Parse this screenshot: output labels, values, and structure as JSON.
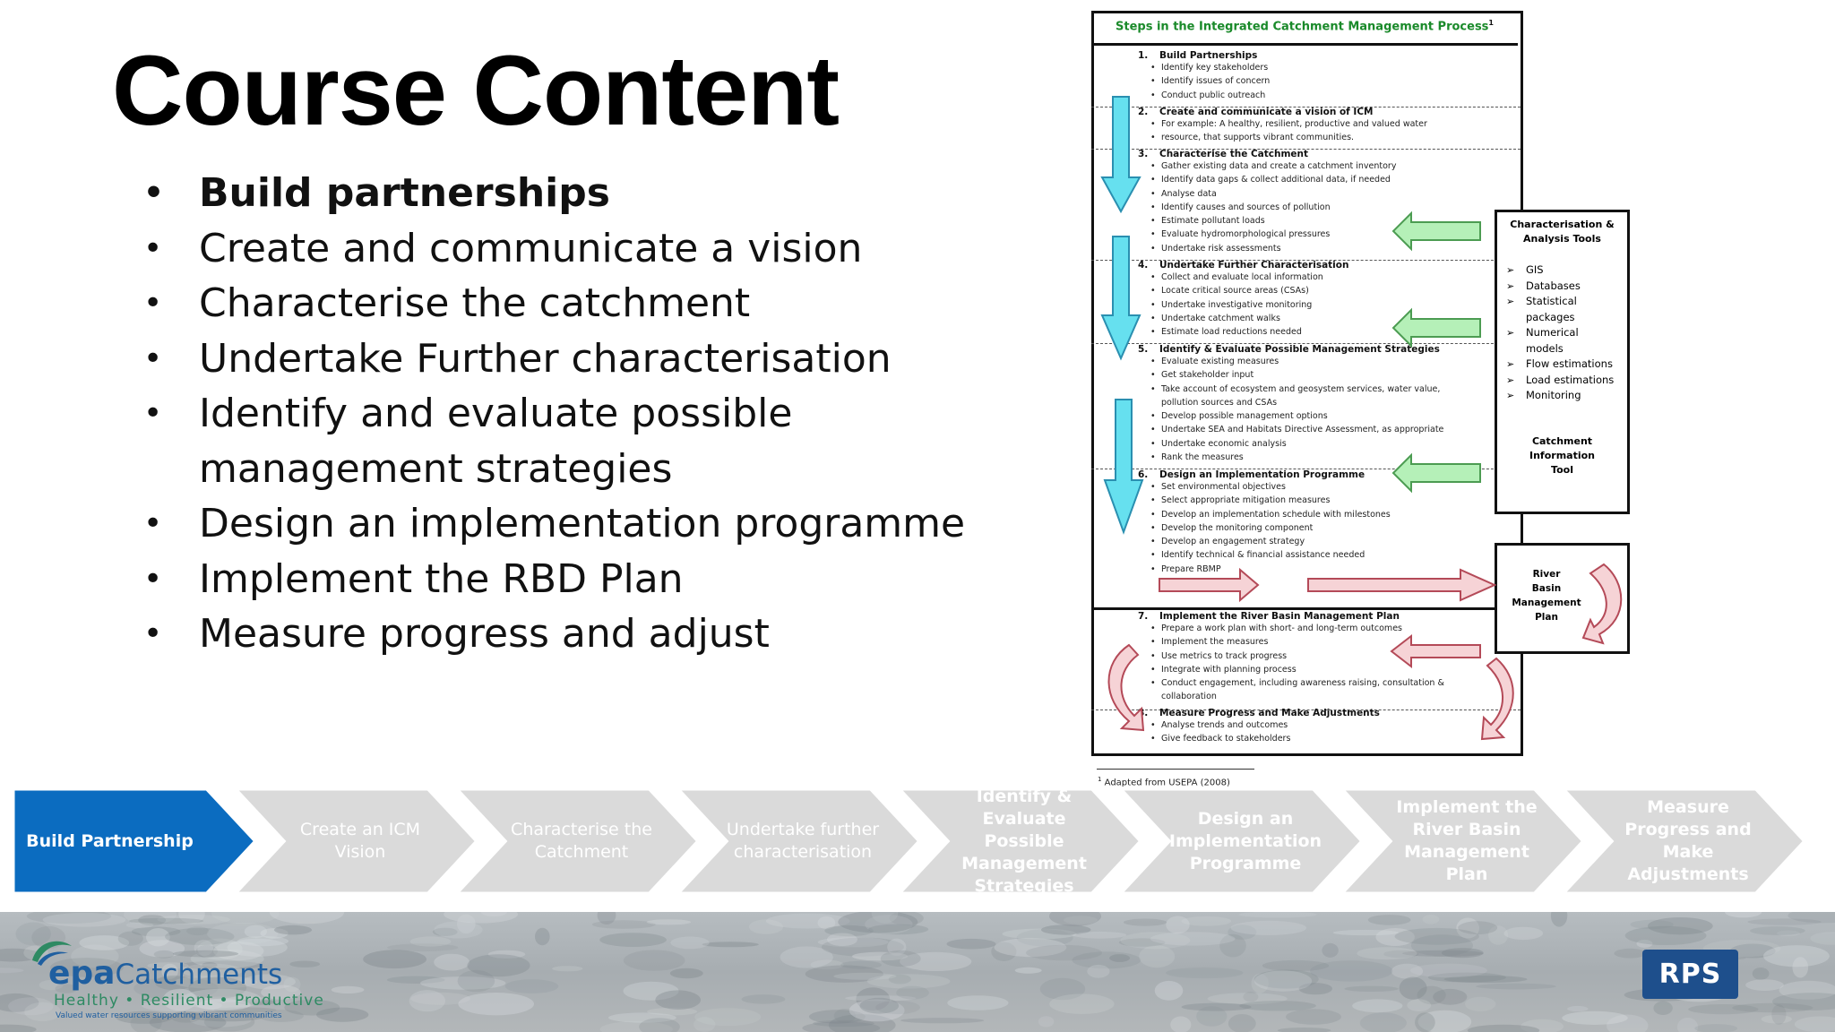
{
  "slide": {
    "title": "Course Content",
    "bullets": [
      {
        "text": "Build partnerships",
        "bold": true
      },
      {
        "text": "Create and communicate a vision",
        "bold": false
      },
      {
        "text": "Characterise the catchment",
        "bold": false
      },
      {
        "text": "Undertake Further characterisation",
        "bold": false
      },
      {
        "text": "Identify and evaluate possible",
        "bold": false
      },
      {
        "text": "management strategies",
        "bold": false,
        "continuation": true
      },
      {
        "text": "Design an implementation programme",
        "bold": false
      },
      {
        "text": "Implement the RBD Plan",
        "bold": false
      },
      {
        "text": "Measure progress and adjust",
        "bold": false
      }
    ]
  },
  "figure": {
    "title": "Steps in the Integrated Catchment Management Process",
    "title_sup": "1",
    "steps": [
      {
        "num": "1.",
        "heading": "Build Partnerships",
        "items": [
          "Identify key stakeholders",
          "Identify issues of concern",
          "Conduct public outreach"
        ]
      },
      {
        "num": "2.",
        "heading": "Create and communicate a vision of ICM",
        "items": [
          "For example: A healthy, resilient, productive and valued water",
          "resource, that supports vibrant communities."
        ]
      },
      {
        "num": "3.",
        "heading": "Characterise the Catchment",
        "items": [
          "Gather existing data and create a catchment inventory",
          "Identify data gaps & collect additional data, if needed",
          "Analyse data",
          "Identify causes and sources of pollution",
          "Estimate pollutant loads",
          "Evaluate hydromorphological pressures",
          "Undertake risk assessments"
        ]
      },
      {
        "num": "4.",
        "heading": "Undertake Further Characterisation",
        "items": [
          "Collect and evaluate local information",
          "Locate critical source areas (CSAs)",
          "Undertake investigative monitoring",
          "Undertake catchment walks",
          "Estimate load reductions needed"
        ]
      },
      {
        "num": "5.",
        "heading": "Identify & Evaluate Possible Management Strategies",
        "items": [
          "Evaluate existing measures",
          "Get stakeholder input",
          "Take account of ecosystem and geosystem services, water value,",
          "pollution sources and CSAs",
          "Develop possible management options",
          "Undertake SEA and Habitats Directive Assessment, as appropriate",
          "Undertake economic analysis",
          "Rank the measures"
        ]
      },
      {
        "num": "6.",
        "heading": "Design an Implementation Programme",
        "items": [
          "Set environmental objectives",
          "Select appropriate mitigation measures",
          "Develop an implementation schedule with milestones",
          "Develop the monitoring component",
          "Develop an engagement strategy",
          "Identify technical & financial assistance needed",
          "Prepare RBMP"
        ]
      },
      {
        "num": "7.",
        "heading": "Implement the River Basin Management Plan",
        "items": [
          "Prepare a work plan with short- and long-term outcomes",
          "Implement the measures",
          "Use metrics to track progress",
          "Integrate with planning process",
          "Conduct engagement, including awareness raising, consultation &",
          "collaboration"
        ]
      },
      {
        "num": "8.",
        "heading": "Measure Progress and Make Adjustments",
        "items": [
          "Analyse trends and outcomes",
          "Give feedback to stakeholders"
        ]
      }
    ],
    "tools_box": {
      "heading_line1": "Characterisation &",
      "heading_line2": "Analysis Tools",
      "tools": [
        "GIS",
        "Databases",
        "Statistical",
        "packages",
        "Numerical",
        "models",
        "Flow estimations",
        "Load estimations",
        "Monitoring"
      ],
      "footer_line1": "Catchment",
      "footer_line2": "Information",
      "footer_line3": "Tool"
    },
    "rbmp_box": {
      "line1": "River",
      "line2": "Basin",
      "line3": "Management",
      "line4": "Plan"
    },
    "footnote": "Adapted from USEPA (2008)",
    "footnote_mark": "1"
  },
  "process_bar": {
    "active_color": "#0b6cc0",
    "inactive_color": "#dadada",
    "steps": [
      {
        "label": "Build Partnership",
        "active": true
      },
      {
        "label": "Create an  ICM Vision",
        "active": false
      },
      {
        "label": "Characterise the Catchment",
        "active": false
      },
      {
        "label": "Undertake further characterisation",
        "active": false
      },
      {
        "label": "Identify & Evaluate Possible Management Strategies",
        "active": false
      },
      {
        "label": "Design an Implementation Programme",
        "active": false
      },
      {
        "label": "Implement the River Basin Management Plan",
        "active": false
      },
      {
        "label": "Measure Progress and Make Adjustments",
        "active": false
      }
    ]
  },
  "footer": {
    "logo_epa": "epa",
    "logo_rest": "Catchments",
    "tagline": "Healthy • Resilient • Productive",
    "subtagline": "Valued water resources supporting vibrant communities",
    "partner_logo": "RPS",
    "brand_blue": "#1f5fa0",
    "brand_green": "#2e8a63"
  }
}
